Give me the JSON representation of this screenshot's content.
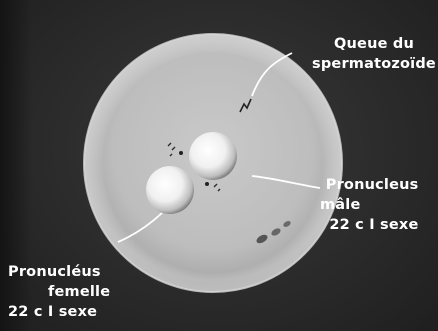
{
  "labels": {
    "tail": {
      "line1": "Queue du",
      "line2": "spermatozoïde"
    },
    "male": {
      "line1": "Pronucleus",
      "line2": "mâle",
      "line3": "22 c  I  sexe"
    },
    "female": {
      "line1": "Pronucléus",
      "line2": "femelle",
      "line3": "22 c  I  sexe"
    }
  },
  "colors": {
    "background": "#2b2b2b",
    "egg": "#c8c8c8",
    "egg_rim": "#9a9a9a",
    "text": "#ffffff"
  }
}
